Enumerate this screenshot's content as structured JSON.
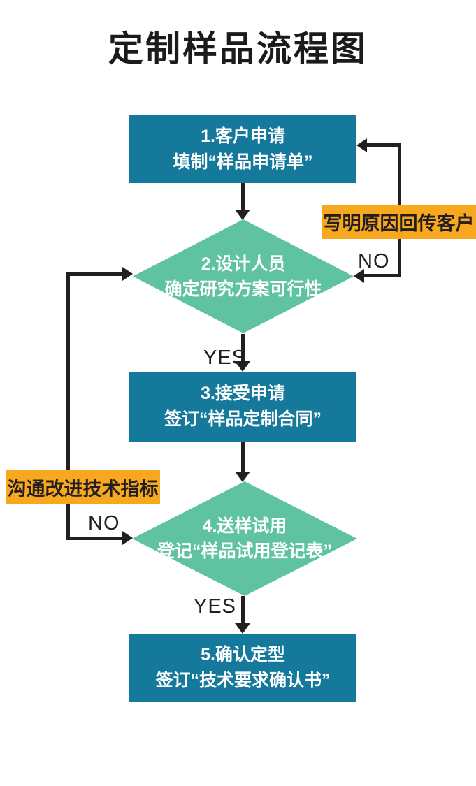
{
  "title": "定制样品流程图",
  "colors": {
    "process_fill": "#15799B",
    "decision_fill": "#5FC3A2",
    "label_fill": "#F8A81E",
    "line": "#231F20",
    "node_text": "#FFFFFF",
    "label_text": "#231F20"
  },
  "flowchart": {
    "steps": [
      {
        "id": "1",
        "type": "process",
        "line1": "1.客户申请",
        "line2": "填制“样品申请单”"
      },
      {
        "id": "2",
        "type": "decision",
        "line1": "2.设计人员",
        "line2": "确定研究方案可行性"
      },
      {
        "id": "3",
        "type": "process",
        "line1": "3.接受申请",
        "line2": "签订“样品定制合同”"
      },
      {
        "id": "4",
        "type": "decision",
        "line1": "4.送样试用",
        "line2": "登记“样品试用登记表”"
      },
      {
        "id": "5",
        "type": "process",
        "line1": "5.确认定型",
        "line2": "签订“技术要求确认书”"
      }
    ],
    "branch_labels": {
      "no_1": "NO",
      "yes_1": "YES",
      "no_2": "NO",
      "yes_2": "YES"
    },
    "annotations": {
      "right": "写明原因回传客户",
      "left": "沟通改进技术指标"
    }
  }
}
